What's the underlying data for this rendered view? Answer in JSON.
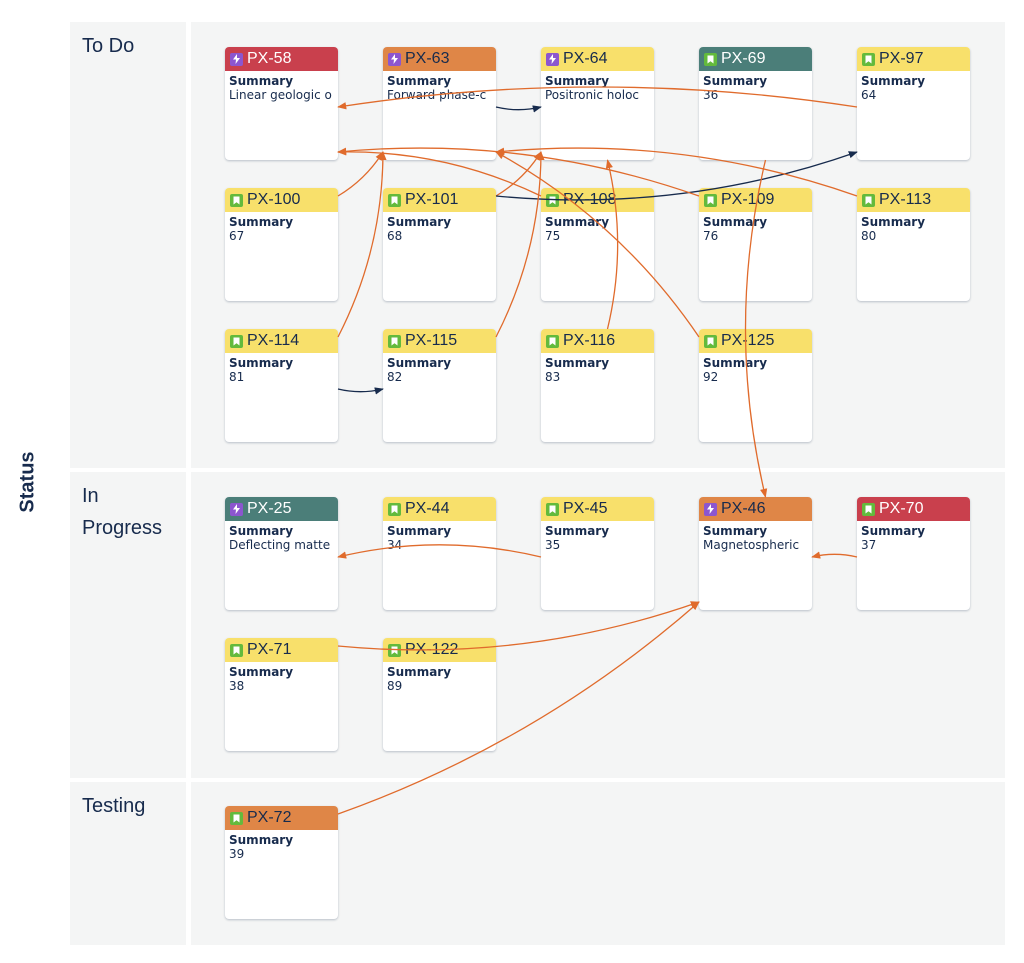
{
  "board": {
    "axis_title": "Status",
    "colors": {
      "lane_bg": "#f4f5f5",
      "red": "#c9404d",
      "orange": "#df8647",
      "yellow": "#f8e06b",
      "teal": "#4b7e79",
      "story_icon": "#63ba3c",
      "subtask_icon": "#8c56cf",
      "link_orange": "#e06b2c",
      "link_black": "#172b4d"
    },
    "lanes": [
      {
        "name": "To Do",
        "cards": [
          {
            "key": "PX-58",
            "type": "subtask-icon",
            "color": "red",
            "summary_label": "Summary",
            "summary": "Linear geologic o"
          },
          {
            "key": "PX-63",
            "type": "subtask-icon",
            "color": "orange",
            "summary_label": "Summary",
            "summary": "Forward phase-c"
          },
          {
            "key": "PX-64",
            "type": "subtask-icon",
            "color": "yellow",
            "summary_label": "Summary",
            "summary": "Positronic holoc"
          },
          {
            "key": "PX-69",
            "type": "story-icon",
            "color": "teal",
            "summary_label": "Summary",
            "summary": "36"
          },
          {
            "key": "PX-97",
            "type": "story-icon",
            "color": "yellow",
            "summary_label": "Summary",
            "summary": "64"
          },
          {
            "key": "PX-100",
            "type": "story-icon",
            "color": "yellow",
            "summary_label": "Summary",
            "summary": "67"
          },
          {
            "key": "PX-101",
            "type": "story-icon",
            "color": "yellow",
            "summary_label": "Summary",
            "summary": "68"
          },
          {
            "key": "PX-108",
            "type": "story-icon",
            "color": "yellow",
            "summary_label": "Summary",
            "summary": "75"
          },
          {
            "key": "PX-109",
            "type": "story-icon",
            "color": "yellow",
            "summary_label": "Summary",
            "summary": "76"
          },
          {
            "key": "PX-113",
            "type": "story-icon",
            "color": "yellow",
            "summary_label": "Summary",
            "summary": "80"
          },
          {
            "key": "PX-114",
            "type": "story-icon",
            "color": "yellow",
            "summary_label": "Summary",
            "summary": "81"
          },
          {
            "key": "PX-115",
            "type": "story-icon",
            "color": "yellow",
            "summary_label": "Summary",
            "summary": "82"
          },
          {
            "key": "PX-116",
            "type": "story-icon",
            "color": "yellow",
            "summary_label": "Summary",
            "summary": "83"
          },
          {
            "key": "PX-125",
            "type": "story-icon",
            "color": "yellow",
            "summary_label": "Summary",
            "summary": "92"
          }
        ]
      },
      {
        "name": "In Progress",
        "cards": [
          {
            "key": "PX-25",
            "type": "subtask-icon",
            "color": "teal",
            "summary_label": "Summary",
            "summary": "Deflecting matte"
          },
          {
            "key": "PX-44",
            "type": "story-icon",
            "color": "yellow",
            "summary_label": "Summary",
            "summary": "34"
          },
          {
            "key": "PX-45",
            "type": "story-icon",
            "color": "yellow",
            "summary_label": "Summary",
            "summary": "35"
          },
          {
            "key": "PX-46",
            "type": "subtask-icon",
            "color": "orange",
            "summary_label": "Summary",
            "summary": "Magnetospheric"
          },
          {
            "key": "PX-70",
            "type": "story-icon",
            "color": "red",
            "summary_label": "Summary",
            "summary": "37"
          },
          {
            "key": "PX-71",
            "type": "story-icon",
            "color": "yellow",
            "summary_label": "Summary",
            "summary": "38"
          },
          {
            "key": "PX-122",
            "type": "story-icon",
            "color": "yellow",
            "summary_label": "Summary",
            "summary": "89"
          }
        ]
      },
      {
        "name": "Testing",
        "cards": [
          {
            "key": "PX-72",
            "type": "story-icon",
            "color": "orange",
            "summary_label": "Summary",
            "summary": "39"
          }
        ]
      }
    ],
    "links": [
      {
        "from": "PX-97",
        "to": "PX-58",
        "color": "orange"
      },
      {
        "from": "PX-63",
        "to": "PX-64",
        "color": "black"
      },
      {
        "from": "PX-100",
        "to": "PX-63",
        "color": "orange"
      },
      {
        "from": "PX-101",
        "to": "PX-64",
        "color": "orange"
      },
      {
        "from": "PX-101",
        "to": "PX-97",
        "color": "black"
      },
      {
        "from": "PX-108",
        "to": "PX-58",
        "color": "orange"
      },
      {
        "from": "PX-109",
        "to": "PX-58",
        "color": "orange"
      },
      {
        "from": "PX-113",
        "to": "PX-63",
        "color": "orange"
      },
      {
        "from": "PX-114",
        "to": "PX-63",
        "color": "orange"
      },
      {
        "from": "PX-114",
        "to": "PX-115",
        "color": "black"
      },
      {
        "from": "PX-115",
        "to": "PX-64",
        "color": "orange"
      },
      {
        "from": "PX-116",
        "to": "PX-64",
        "color": "orange"
      },
      {
        "from": "PX-125",
        "to": "PX-63",
        "color": "orange"
      },
      {
        "from": "PX-69",
        "to": "PX-46",
        "color": "orange"
      },
      {
        "from": "PX-45",
        "to": "PX-25",
        "color": "orange"
      },
      {
        "from": "PX-70",
        "to": "PX-46",
        "color": "orange"
      },
      {
        "from": "PX-71",
        "to": "PX-46",
        "color": "orange"
      },
      {
        "from": "PX-72",
        "to": "PX-46",
        "color": "orange"
      }
    ]
  }
}
